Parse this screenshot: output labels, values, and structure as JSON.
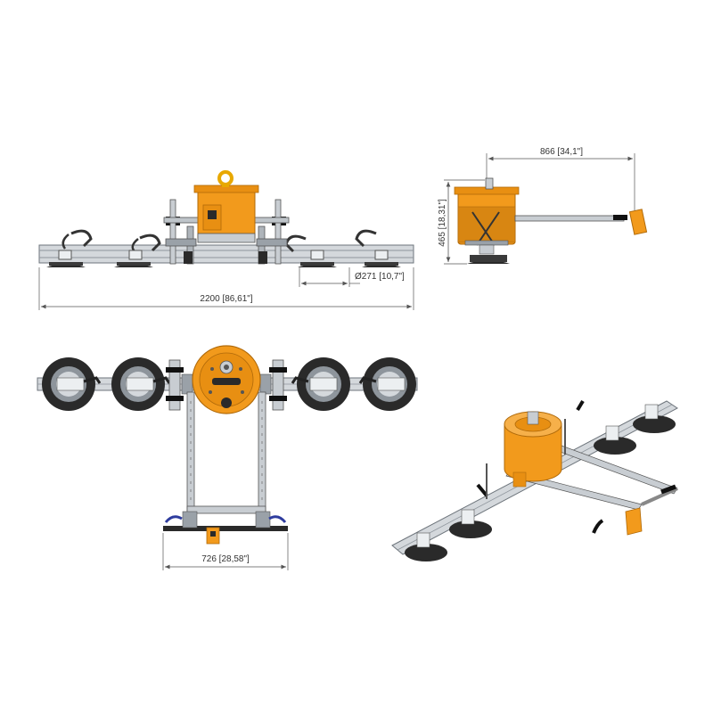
{
  "colors": {
    "body_orange": "#F29A1C",
    "body_orange_dark": "#C9760C",
    "metal": "#C8CDD2",
    "metal_dark": "#8E959C",
    "pad_black": "#2A2A2A",
    "handle_blue": "#2E3C9E",
    "dimension_line": "#555555"
  },
  "dimensions": {
    "overall_length": "2200 [86,61\"]",
    "pad_diameter": "Ø271 [10,7\"]",
    "side_length": "866 [34,1\"]",
    "height": "465 [18,31\"]",
    "frame_width": "726 [28,58\"]"
  }
}
